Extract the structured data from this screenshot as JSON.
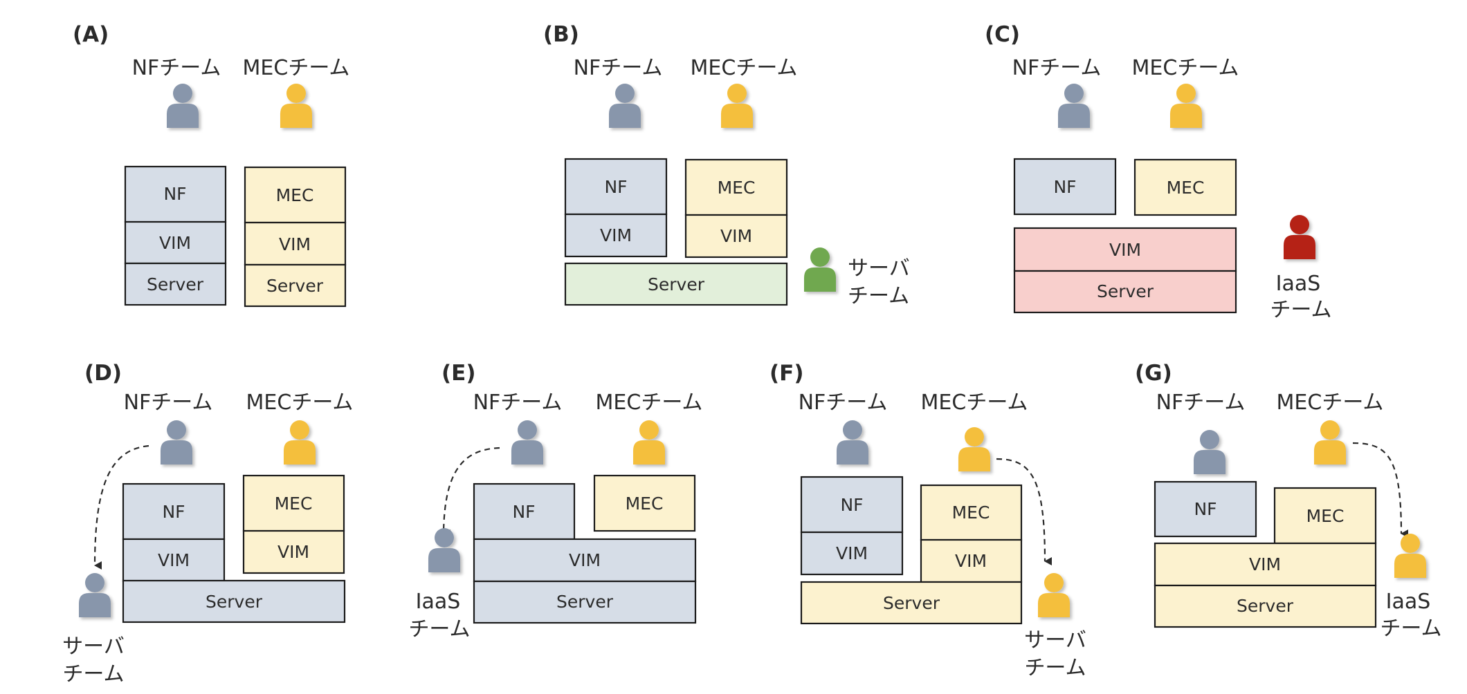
{
  "colors": {
    "nf_fill": "#d6dde7",
    "mec_fill": "#fcf2cf",
    "server_team_fill": "#e2efda",
    "iaas_fill": "#f8cfcc",
    "nf_person": "#8896ab",
    "mec_person": "#f4bf3d",
    "server_person": "#70a850",
    "iaas_person": "#b52318"
  },
  "panels": [
    {
      "id": "A",
      "label": "(A)",
      "teams": {
        "nf": "NFチーム",
        "mec": "MECチーム"
      },
      "blocks": {
        "nf": "NF",
        "nf_vim": "VIM",
        "nf_server": "Server",
        "mec": "MEC",
        "mec_vim": "VIM",
        "mec_server": "Server"
      }
    },
    {
      "id": "B",
      "label": "(B)",
      "teams": {
        "nf": "NFチーム",
        "mec": "MECチーム"
      },
      "blocks": {
        "nf": "NF",
        "nf_vim": "VIM",
        "mec": "MEC",
        "mec_vim": "VIM",
        "server": "Server"
      },
      "extra_team": [
        "サーバ",
        "チーム"
      ]
    },
    {
      "id": "C",
      "label": "(C)",
      "teams": {
        "nf": "NFチーム",
        "mec": "MECチーム"
      },
      "blocks": {
        "nf": "NF",
        "mec": "MEC",
        "vim": "VIM",
        "server": "Server"
      },
      "extra_team": [
        "IaaS",
        "チーム"
      ]
    },
    {
      "id": "D",
      "label": "(D)",
      "teams": {
        "nf": "NFチーム",
        "mec": "MECチーム"
      },
      "blocks": {
        "nf": "NF",
        "nf_vim": "VIM",
        "mec": "MEC",
        "mec_vim": "VIM",
        "server": "Server"
      },
      "extra_team": [
        "サーバ",
        "チーム"
      ]
    },
    {
      "id": "E",
      "label": "(E)",
      "teams": {
        "nf": "NFチーム",
        "mec": "MECチーム"
      },
      "blocks": {
        "nf": "NF",
        "mec": "MEC",
        "vim": "VIM",
        "server": "Server"
      },
      "extra_team": [
        "IaaS",
        "チーム"
      ]
    },
    {
      "id": "F",
      "label": "(F)",
      "teams": {
        "nf": "NFチーム",
        "mec": "MECチーム"
      },
      "blocks": {
        "nf": "NF",
        "nf_vim": "VIM",
        "mec": "MEC",
        "mec_vim": "VIM",
        "server": "Server"
      },
      "extra_team": [
        "サーバ",
        "チーム"
      ]
    },
    {
      "id": "G",
      "label": "(G)",
      "teams": {
        "nf": "NFチーム",
        "mec": "MECチーム"
      },
      "blocks": {
        "nf": "NF",
        "mec": "MEC",
        "vim": "VIM",
        "server": "Server"
      },
      "extra_team": [
        "IaaS",
        "チーム"
      ]
    }
  ]
}
